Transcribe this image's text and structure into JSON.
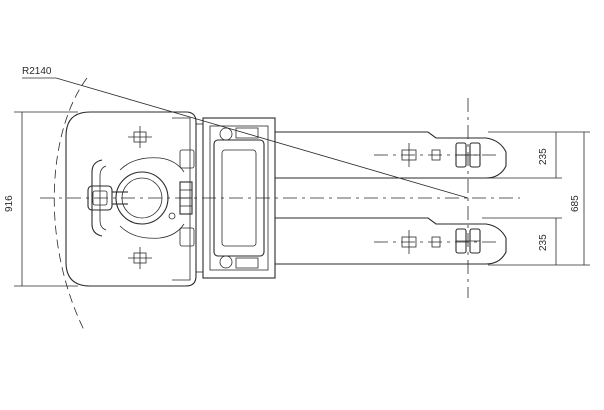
{
  "drawing": {
    "radius_label": "R2140",
    "dimensions": {
      "overall_width": "916",
      "fork_spread": "685",
      "fork_width_top": "235",
      "fork_width_bottom": "235"
    }
  }
}
